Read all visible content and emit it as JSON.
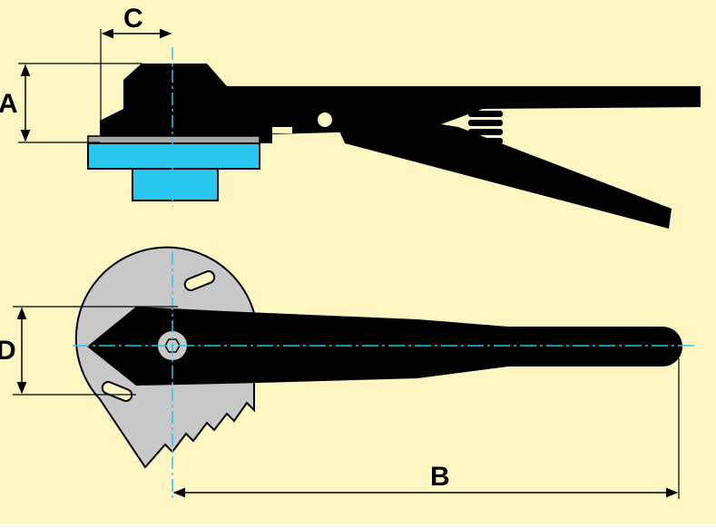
{
  "colors": {
    "background": "#fdf6c2",
    "tool_body": "#000000",
    "jaw_disc": "#c8c8c8",
    "nut_part": "#29c6f0",
    "center_line": "#29c6f0",
    "dimension_line": "#000000"
  },
  "labels": {
    "a": "A",
    "b": "B",
    "c": "C",
    "d": "D"
  },
  "views": {
    "side_view": "side-view",
    "top_view": "top-view"
  }
}
